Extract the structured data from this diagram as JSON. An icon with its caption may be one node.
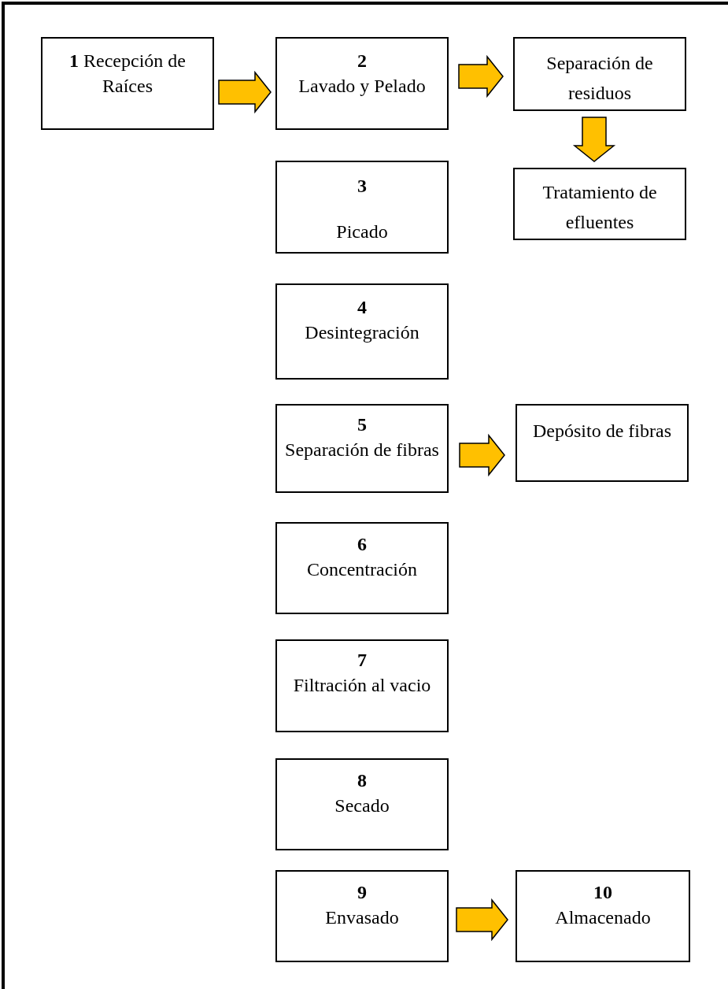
{
  "diagram": {
    "nodes": [
      {
        "text": [
          "**1** Recepción de Raíces"
        ]
      },
      {
        "text": [
          "2",
          "Lavado y Pelado"
        ]
      },
      {
        "text": [
          "Separación de residuos"
        ]
      },
      {
        "text": [
          "Tratamiento de efluentes"
        ]
      },
      {
        "text": [
          "3",
          "Picado"
        ]
      },
      {
        "text": [
          "4",
          "Desintegración"
        ]
      },
      {
        "text": [
          "5",
          "Separación de fibras"
        ]
      },
      {
        "text": [
          "Depósito de fibras"
        ]
      },
      {
        "text": [
          "6",
          "Concentración"
        ]
      },
      {
        "text": [
          "7",
          "Filtración al vacio"
        ]
      },
      {
        "text": [
          "8",
          "Secado"
        ]
      },
      {
        "text": [
          "9",
          "Envasado"
        ]
      },
      {
        "text": [
          "10",
          "Almacenado"
        ]
      }
    ],
    "edges": [
      {
        "from": 0,
        "to": 1,
        "arrow": "to"
      },
      {
        "from": 1,
        "to": 2,
        "arrow": "to"
      },
      {
        "from": 2,
        "to": 3,
        "arrow": "to"
      },
      {
        "from": 6,
        "to": 7,
        "arrow": "to"
      },
      {
        "from": 11,
        "to": 12,
        "arrow": "to"
      }
    ]
  }
}
